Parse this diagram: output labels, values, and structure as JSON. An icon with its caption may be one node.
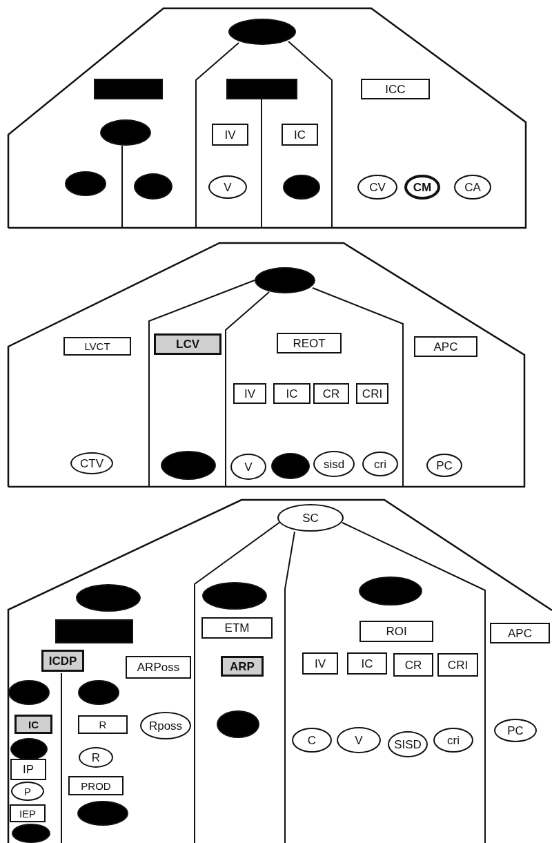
{
  "diagram": {
    "nodes": [
      {
        "text": [],
        "shape": "ellipse"
      },
      {
        "text": [],
        "shape": "box"
      },
      {
        "text": [],
        "shape": "box"
      },
      {
        "text": [
          "ICC"
        ]
      },
      {
        "text": [],
        "shape": "ellipse"
      },
      {
        "text": [
          "IV"
        ]
      },
      {
        "text": [
          "IC"
        ]
      },
      {
        "text": [],
        "shape": "ellipse"
      },
      {
        "text": [],
        "shape": "ellipse"
      },
      {
        "text": [
          "V"
        ]
      },
      {
        "text": [],
        "shape": "ellipse"
      },
      {
        "text": [
          "CV"
        ]
      },
      {
        "text": [
          "CM"
        ]
      },
      {
        "text": [
          "CA"
        ]
      },
      {
        "text": [],
        "shape": "ellipse"
      },
      {
        "text": [
          "LVCT"
        ]
      },
      {
        "text": [
          "LCV"
        ]
      },
      {
        "text": [
          "REOT"
        ]
      },
      {
        "text": [
          "APC"
        ]
      },
      {
        "text": [
          "IV"
        ]
      },
      {
        "text": [
          "IC"
        ]
      },
      {
        "text": [
          "CR"
        ]
      },
      {
        "text": [
          "CRI"
        ]
      },
      {
        "text": [
          "CTV"
        ]
      },
      {
        "text": [],
        "shape": "ellipse"
      },
      {
        "text": [
          "V"
        ]
      },
      {
        "text": [],
        "shape": "ellipse"
      },
      {
        "text": [
          "sisd"
        ]
      },
      {
        "text": [
          "cri"
        ]
      },
      {
        "text": [
          "PC"
        ]
      },
      {
        "text": [
          "SC"
        ]
      },
      {
        "text": [],
        "shape": "ellipse"
      },
      {
        "text": [],
        "shape": "ellipse"
      },
      {
        "text": [],
        "shape": "ellipse"
      },
      {
        "text": [],
        "shape": "box"
      },
      {
        "text": [
          "ETM"
        ]
      },
      {
        "text": [
          "ROI"
        ]
      },
      {
        "text": [
          "APC"
        ]
      },
      {
        "text": [
          "ICDP"
        ]
      },
      {
        "text": [
          "ARPoss"
        ]
      },
      {
        "text": [
          "ARP"
        ]
      },
      {
        "text": [
          "IV"
        ]
      },
      {
        "text": [
          "IC"
        ]
      },
      {
        "text": [
          "CR"
        ]
      },
      {
        "text": [
          "CRI"
        ]
      },
      {
        "text": [],
        "shape": "ellipse"
      },
      {
        "text": [],
        "shape": "ellipse"
      },
      {
        "text": [
          "IC"
        ]
      },
      {
        "text": [
          "R"
        ]
      },
      {
        "text": [
          "Rposs"
        ]
      },
      {
        "text": [],
        "shape": "ellipse"
      },
      {
        "text": [
          "C"
        ]
      },
      {
        "text": [
          "V"
        ]
      },
      {
        "text": [
          "SISD"
        ]
      },
      {
        "text": [
          "cri"
        ]
      },
      {
        "text": [
          "PC"
        ]
      },
      {
        "text": [],
        "shape": "ellipse"
      },
      {
        "text": [
          "IP"
        ]
      },
      {
        "text": [
          "R"
        ]
      },
      {
        "text": [
          "PROD"
        ]
      },
      {
        "text": [
          "P"
        ]
      },
      {
        "text": [
          "IEP"
        ]
      },
      {
        "text": [],
        "shape": "ellipse"
      },
      {
        "text": [],
        "shape": "ellipse"
      }
    ]
  }
}
